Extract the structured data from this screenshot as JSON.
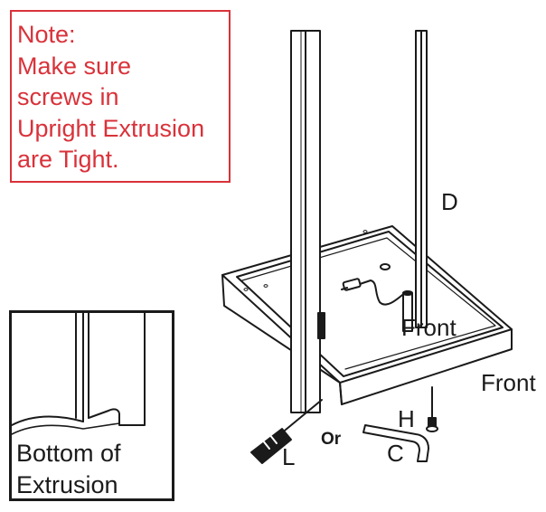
{
  "note": {
    "lines": [
      "Note:",
      "Make sure",
      "screws in",
      "Upright Extrusion",
      "are Tight."
    ],
    "color": "#d9323a"
  },
  "inset": {
    "caption_lines": [
      "Bottom of",
      "Extrusion"
    ]
  },
  "labels": {
    "extrusion": "D",
    "front_inner": "Front",
    "front_outer": "Front",
    "screw": "H",
    "screwdriver": "L",
    "or": "Or",
    "hex_key": "C"
  },
  "colors": {
    "line": "#1a1a1a",
    "accent": "#d9323a"
  }
}
